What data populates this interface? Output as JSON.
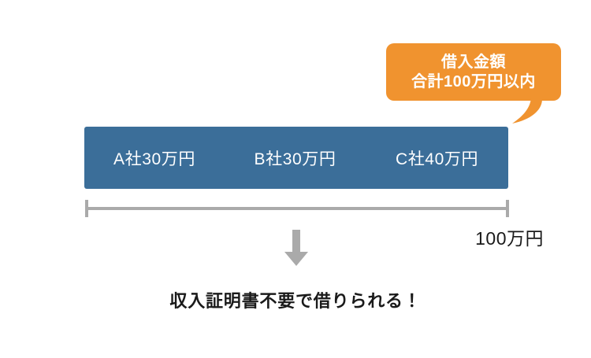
{
  "callout": {
    "line1": "借入金額",
    "line2": "合計100万円以内",
    "background_color": "#F0932F",
    "text_color": "#FFFFFF"
  },
  "bar": {
    "fill_color": "#3B6E99",
    "divider_color": "#FFFFFF",
    "label_color": "#FFFFFF",
    "segments": [
      {
        "label": "A社30万円",
        "company": "A社",
        "amount_man_yen": 30
      },
      {
        "label": "B社30万円",
        "company": "B社",
        "amount_man_yen": 30
      },
      {
        "label": "C社40万円",
        "company": "C社",
        "amount_man_yen": 40
      }
    ]
  },
  "rule": {
    "total_label": "100万円",
    "color": "#AAAAAA"
  },
  "arrow": {
    "direction": "down",
    "color": "#AAAAAA"
  },
  "caption": {
    "text": "収入証明書不要で借りられる！"
  },
  "chart_data": {
    "type": "bar",
    "title": "借入金額 合計100万円以内",
    "orientation": "horizontal-stacked",
    "categories": [
      "A社",
      "B社",
      "C社"
    ],
    "values": [
      30,
      30,
      40
    ],
    "data_labels": [
      "A社30万円",
      "B社30万円",
      "C社40万円"
    ],
    "unit": "万円",
    "total": 100,
    "total_label": "100万円",
    "xlabel": "",
    "ylabel": "",
    "xlim": [
      0,
      100
    ],
    "grid": false,
    "legend": "none",
    "annotations": [
      "借入金額",
      "合計100万円以内",
      "収入証明書不要で借りられる！"
    ],
    "colors": {
      "series": "#3B6E99",
      "callout": "#F0932F",
      "rule": "#AAAAAA"
    }
  }
}
